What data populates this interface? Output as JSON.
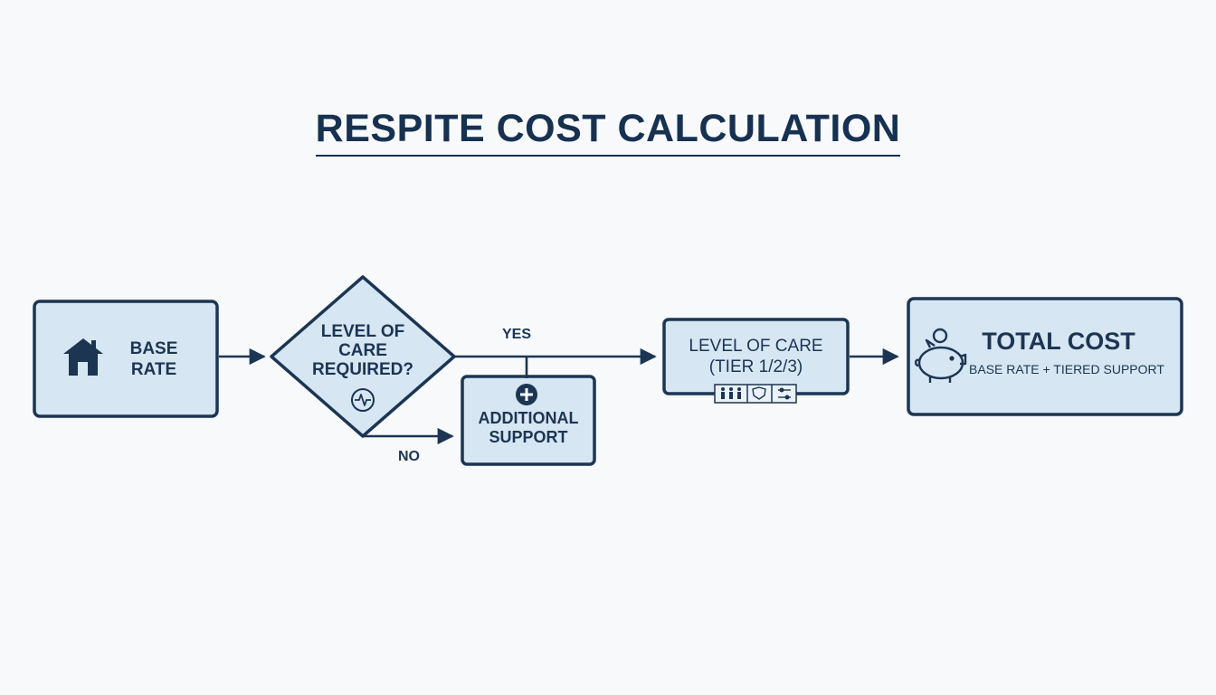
{
  "title": "RESPITE COST CALCULATION",
  "nodes": {
    "base_rate": {
      "line1": "BASE",
      "line2": "RATE",
      "icon": "house-icon"
    },
    "decision": {
      "line1": "LEVEL OF",
      "line2": "CARE",
      "line3": "REQUIRED?",
      "icon": "heartbeat-icon"
    },
    "additional_support": {
      "line1": "ADDITIONAL",
      "line2": "SUPPORT",
      "icon": "plus-circle-icon"
    },
    "level_of_care": {
      "line1": "LEVEL OF CARE",
      "line2": "(TIER 1/2/3)",
      "icons": [
        "people-icon",
        "shield-icon",
        "sliders-icon"
      ]
    },
    "total_cost": {
      "title": "TOTAL COST",
      "subtitle": "BASE RATE + TIERED SUPPORT",
      "icon": "piggy-bank-icon"
    }
  },
  "edges": {
    "yes_label": "YES",
    "no_label": "NO"
  },
  "colors": {
    "node_fill": "#d6e6f2",
    "stroke": "#1c3553",
    "background": "#f7f9fb"
  }
}
